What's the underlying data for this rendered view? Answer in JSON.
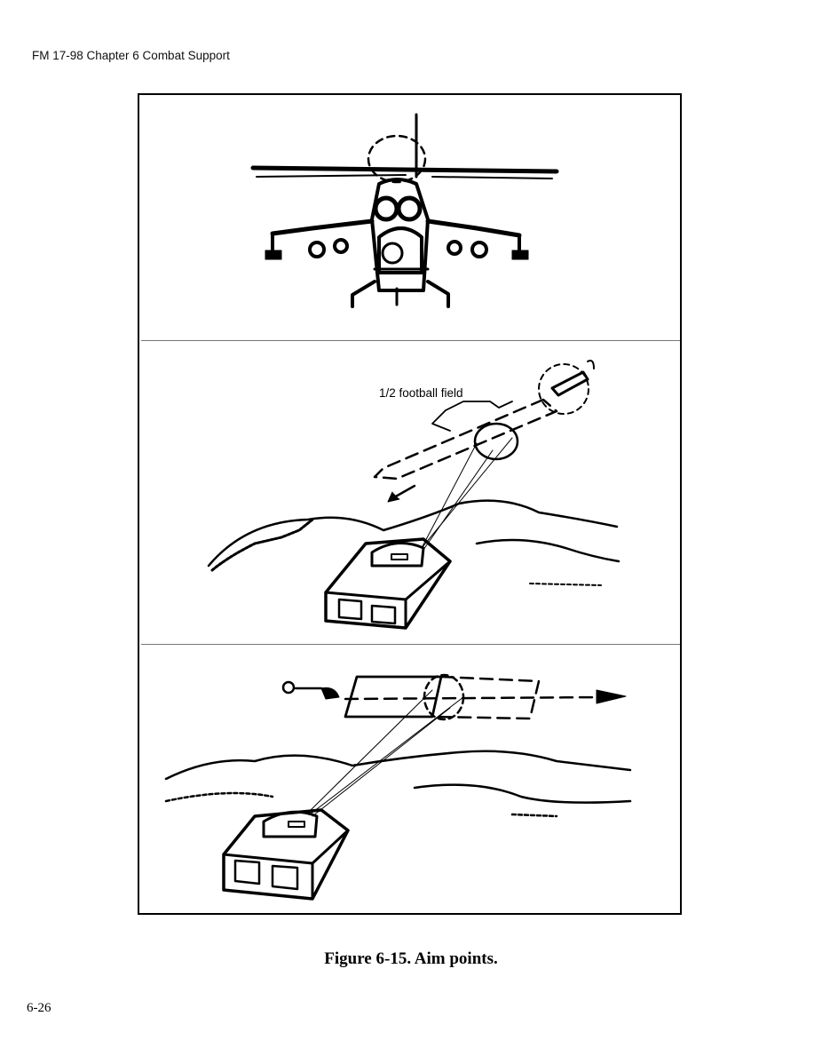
{
  "header": {
    "running_title": "FM 17-98 Chapter 6 Combat Support"
  },
  "figure": {
    "panels": [
      {
        "illustration": "attack-helicopter-front-view"
      },
      {
        "illustration": "vehicle-engaging-aircraft-lead-aim",
        "annotation": "1/2 football field"
      },
      {
        "illustration": "vehicle-engaging-crossing-target"
      }
    ],
    "caption": "Figure 6-15. Aim points."
  },
  "footer": {
    "page_number": "6-26"
  }
}
